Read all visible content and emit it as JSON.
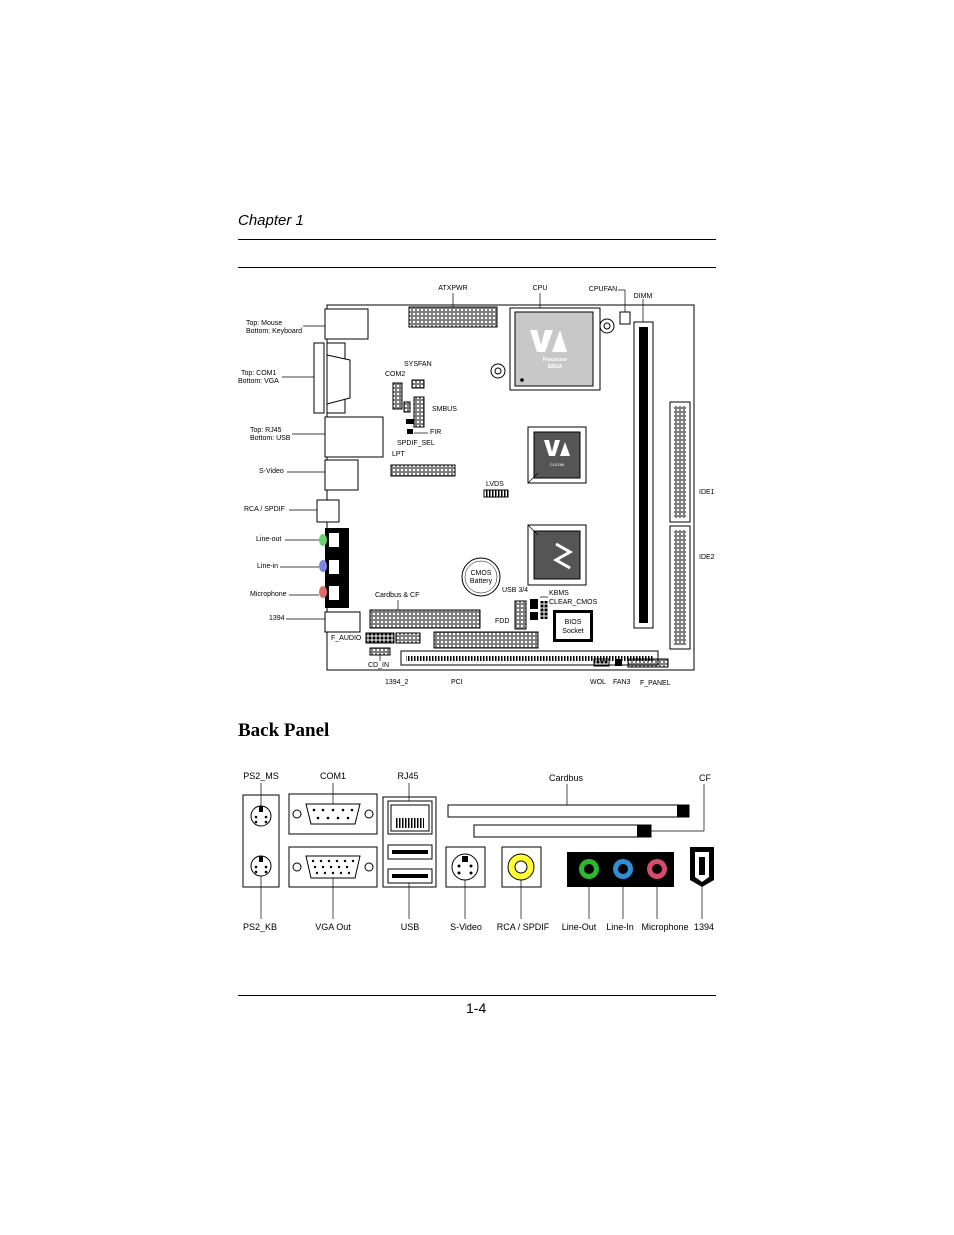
{
  "header": {
    "chapter": "Chapter 1"
  },
  "board_labels": {
    "atxpwr": "ATXPWR",
    "cpu": "CPU",
    "cpufan": "CPUFAN",
    "dimm": "DIMM",
    "mouse_top": "Top:  Mouse",
    "mouse_bottom": "Bottom: Keyboard",
    "com1_top": "Top:  COM1",
    "com1_bottom": "Bottom: VGA",
    "sysfan": "SYSFAN",
    "com2": "COM2",
    "smbus": "SMBUS",
    "fir": "FIR",
    "spdif_sel": "SPDIF_SEL",
    "lpt": "LPT",
    "rj45_top": "Top:  RJ45",
    "rj45_bottom": "Bottom: USB",
    "svideo": "S-Video",
    "rca_spdif": "RCA / SPDIF",
    "lvds": "LVDS",
    "ide1": "IDE1",
    "ide2": "IDE2",
    "line_out": "Line-out",
    "line_in": "Line-in",
    "microphone": "Microphone",
    "cmos1": "CMOS",
    "cmos2": "Battery",
    "usb34": "USB 3/4",
    "kbms": "KBMS",
    "clear_cmos": "CLEAR_CMOS",
    "cardbus_cf": "Cardbus & CF",
    "fdd": "FDD",
    "bios1": "BIOS",
    "bios2": "Socket",
    "l1394": "1394",
    "f_audio": "F_AUDIO",
    "cd_in": "CD_IN",
    "l1394_2": "1394_2",
    "pci": "PCI",
    "wol": "WOL",
    "fan3": "FAN3",
    "f_panel": "F_PANEL",
    "chip_processor": "Processor",
    "chip_ebga": "EBGA",
    "chip_north": "CLE266"
  },
  "back_panel": {
    "title": "Back Panel",
    "top": {
      "ps2_ms": "PS2_MS",
      "com1": "COM1",
      "rj45": "RJ45",
      "cardbus": "Cardbus",
      "cf": "CF"
    },
    "bottom": {
      "ps2_kb": "PS2_KB",
      "vga_out": "VGA Out",
      "usb": "USB",
      "svideo": "S-Video",
      "rca": "RCA / SPDIF",
      "line_out": "Line-Out",
      "line_in": "Line-In",
      "mic": "Microphone",
      "i1394": "1394"
    },
    "colors": {
      "line_out": "#2eb82e",
      "line_in": "#2f8fd6",
      "mic": "#d64a6a",
      "rca": "#ffff33"
    }
  },
  "footer": {
    "page": "1-4"
  }
}
